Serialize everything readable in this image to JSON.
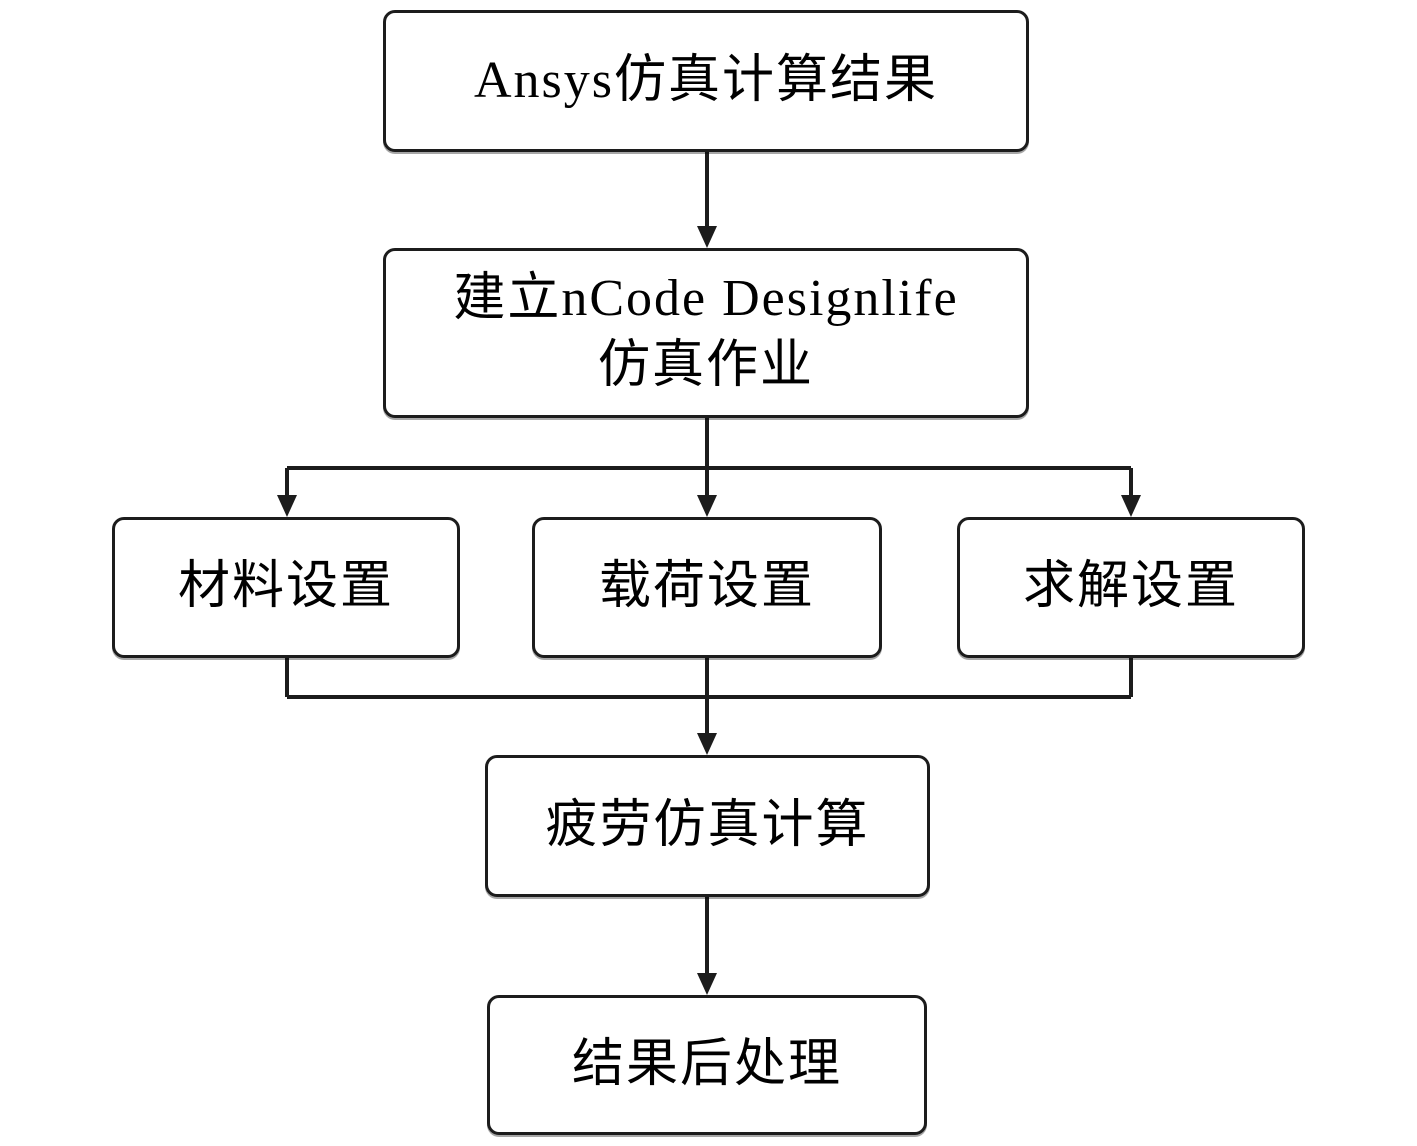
{
  "diagram": {
    "type": "flowchart",
    "background_color": "#ffffff",
    "line_color": "#1c1c1c",
    "box_border_color": "#1c1c1c",
    "text_color": "#000000",
    "nodes": {
      "ansys_results": {
        "label": "Ansys仿真计算结果"
      },
      "create_job": {
        "lines": [
          "建立nCode Designlife",
          "仿真作业"
        ]
      },
      "material_setup": {
        "label": "材料设置"
      },
      "load_setup": {
        "label": "载荷设置"
      },
      "solver_setup": {
        "label": "求解设置"
      },
      "fatigue_calc": {
        "label": "疲劳仿真计算"
      },
      "post_process": {
        "label": "结果后处理"
      }
    },
    "edges": [
      {
        "from": "ansys_results",
        "to": "create_job"
      },
      {
        "from": "create_job",
        "to": "material_setup"
      },
      {
        "from": "create_job",
        "to": "load_setup"
      },
      {
        "from": "create_job",
        "to": "solver_setup"
      },
      {
        "from": "material_setup",
        "to": "fatigue_calc"
      },
      {
        "from": "load_setup",
        "to": "fatigue_calc"
      },
      {
        "from": "solver_setup",
        "to": "fatigue_calc"
      },
      {
        "from": "fatigue_calc",
        "to": "post_process"
      }
    ]
  }
}
